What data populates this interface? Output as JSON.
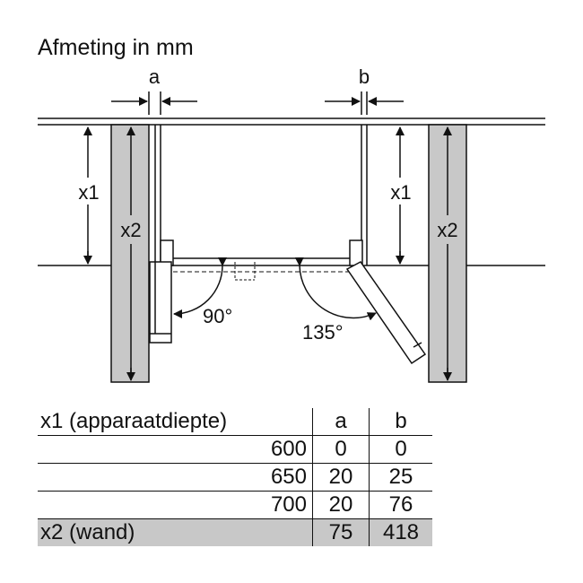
{
  "title": "Afmeting in mm",
  "labels": {
    "a": "a",
    "b": "b",
    "x1": "x1",
    "x2": "x2",
    "angle_90": "90°",
    "angle_135": "135°"
  },
  "table": {
    "header": {
      "label": "x1 (apparaatdiepte)",
      "a": "a",
      "b": "b"
    },
    "rows": [
      {
        "x1": "600",
        "a": "0",
        "b": "0"
      },
      {
        "x1": "650",
        "a": "20",
        "b": "25"
      },
      {
        "x1": "700",
        "a": "20",
        "b": "76"
      }
    ],
    "x2_row": {
      "label": "x2 (wand)",
      "a": "75",
      "b": "418"
    }
  },
  "colors": {
    "wall_fill": "#c8c8c8",
    "line": "#111111",
    "shade": "#c8c8c8"
  }
}
